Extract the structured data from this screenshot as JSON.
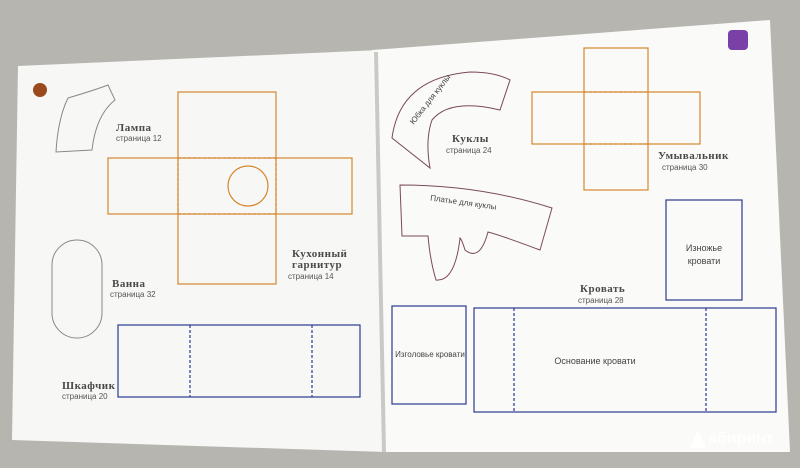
{
  "left_page": {
    "lamp": {
      "title": "Лампа",
      "page": "страница 12"
    },
    "kitchen": {
      "title_line1": "Кухонный",
      "title_line2": "гарнитур",
      "page": "страница 14"
    },
    "bath": {
      "title": "Ванна",
      "page": "страница 32"
    },
    "cabinet": {
      "title": "Шкафчик",
      "page": "страница 20"
    }
  },
  "right_page": {
    "skirt": {
      "inner": "Юбка для куклы"
    },
    "dolls": {
      "title": "Куклы",
      "page": "страница 24"
    },
    "dress": {
      "inner": "Платье для куклы"
    },
    "sink": {
      "title": "Умывальник",
      "page": "страница 30"
    },
    "bed": {
      "title": "Кровать",
      "page": "страница 28"
    },
    "bed_foot": {
      "line1": "Изножье",
      "line2": "кровати"
    },
    "bed_head": {
      "text": "Изголовье кровати"
    },
    "bed_base": {
      "text": "Основание кровати"
    }
  },
  "watermark": {
    "text": "абиринт"
  },
  "colors": {
    "orange": "#d4872e",
    "blue": "#2b3a8f",
    "gray": "#8a8a8a",
    "page": "#fbfbfa"
  }
}
